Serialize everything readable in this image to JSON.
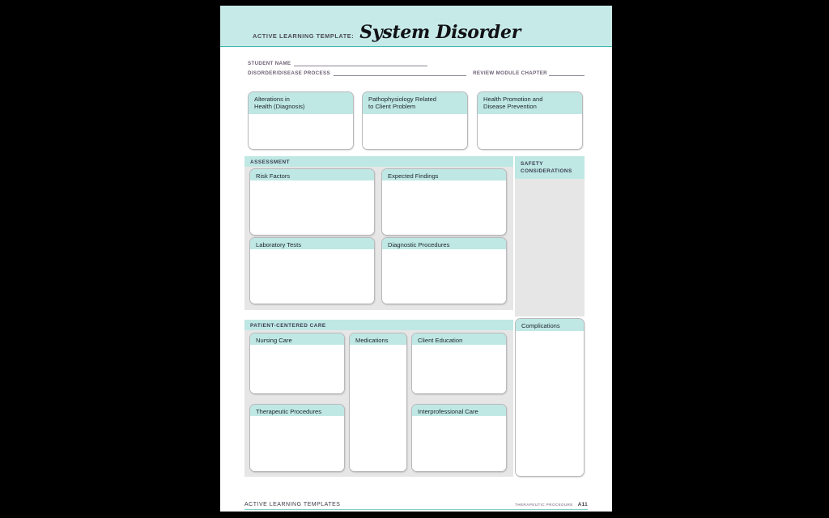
{
  "document": {
    "kicker": "ACTIVE LEARNING TEMPLATE:",
    "title": "System Disorder"
  },
  "identity": {
    "student_name_label": "STUDENT NAME",
    "disorder_label": "DISORDER/DISEASE PROCESS",
    "review_module_label": "REVIEW MODULE CHAPTER",
    "student_name_value": "",
    "disorder_value": "",
    "review_module_value": ""
  },
  "top_cards": [
    {
      "title": "Alterations in\nHealth (Diagnosis)",
      "content": ""
    },
    {
      "title": "Pathophysiology Related\nto Client Problem",
      "content": ""
    },
    {
      "title": "Health Promotion and\nDisease Prevention",
      "content": ""
    }
  ],
  "assessment": {
    "section_label": "ASSESSMENT",
    "cards": [
      {
        "title": "Risk Factors",
        "content": ""
      },
      {
        "title": "Expected Findings",
        "content": ""
      },
      {
        "title": "Laboratory Tests",
        "content": ""
      },
      {
        "title": "Diagnostic Procedures",
        "content": ""
      }
    ]
  },
  "safety": {
    "section_label": "SAFETY\nCONSIDERATIONS",
    "content": ""
  },
  "patient_centered_care": {
    "section_label": "PATIENT-CENTERED CARE",
    "cards": [
      {
        "title": "Nursing Care",
        "content": ""
      },
      {
        "title": "Medications",
        "content": ""
      },
      {
        "title": "Client Education",
        "content": ""
      },
      {
        "title": "Therapeutic Procedures",
        "content": ""
      },
      {
        "title": "Interprofessional Care",
        "content": ""
      }
    ]
  },
  "complications": {
    "title": "Complications",
    "content": ""
  },
  "footer": {
    "left": "ACTIVE LEARNING TEMPLATES",
    "category": "THERAPEUTIC PROCEDURE",
    "page": "A11"
  },
  "colors": {
    "teal_header": "#bfe8e4",
    "banner": "#c6eae8",
    "banner_rule": "#3fb6b0",
    "panel_gray": "#e6e6e6",
    "card_border": "#b9b9bd",
    "label_purple": "#6b5f73",
    "page_background": "#ffffff",
    "screen_background": "#000000"
  }
}
